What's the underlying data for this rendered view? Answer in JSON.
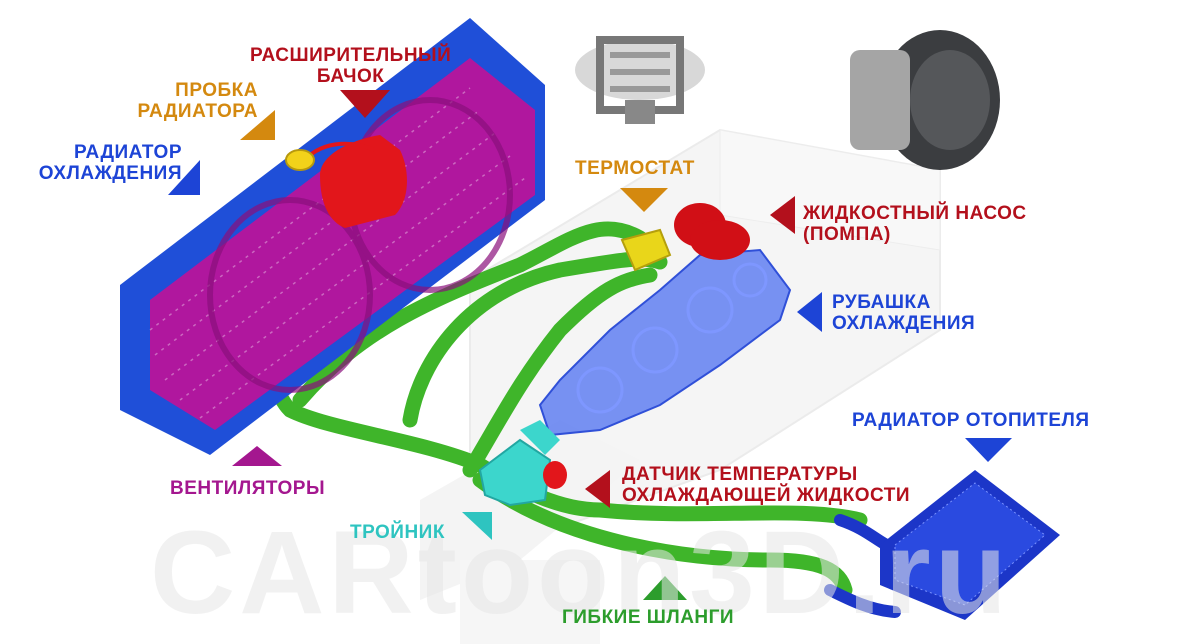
{
  "colors": {
    "radiator_blue": "#1f4fd8",
    "radiator_core": "#b0179e",
    "tank_red": "#e2161b",
    "hose_green": "#3fb52a",
    "jacket_blue": "#4c6ff0",
    "heater_blue": "#1c36c8",
    "tee_cyan": "#3cd6cc",
    "label_red": "#b3101c",
    "label_orange": "#d4890f",
    "label_blue": "#1d44d6",
    "label_purple": "#a4178f",
    "label_teal": "#2ec4c0",
    "label_green": "#2c9d2c"
  },
  "labels": {
    "expansion_tank": [
      "РАСШИРИТЕЛЬНЫЙ",
      "БАЧОК"
    ],
    "radiator_cap": [
      "ПРОБКА",
      "РАДИАТОРА"
    ],
    "cooling_radiator": [
      "РАДИАТОР",
      "ОХЛАЖДЕНИЯ"
    ],
    "thermostat": "ТЕРМОСТАТ",
    "water_pump": [
      "ЖИДКОСТНЫЙ НАСОС",
      "(ПОМПА)"
    ],
    "cooling_jacket": [
      "РУБАШКА",
      "ОХЛАЖДЕНИЯ"
    ],
    "heater_radiator": "РАДИАТОР ОТОПИТЕЛЯ",
    "fans": "ВЕНТИЛЯТОРЫ",
    "temp_sensor": [
      "ДАТЧИК ТЕМПЕРАТУРЫ",
      "ОХЛАЖДАЮЩЕЙ ЖИДКОСТИ"
    ],
    "tee": "ТРОЙНИК",
    "flexible_hoses": "ГИБКИЕ ШЛАНГИ"
  },
  "watermark": "CARtoon3D.ru"
}
